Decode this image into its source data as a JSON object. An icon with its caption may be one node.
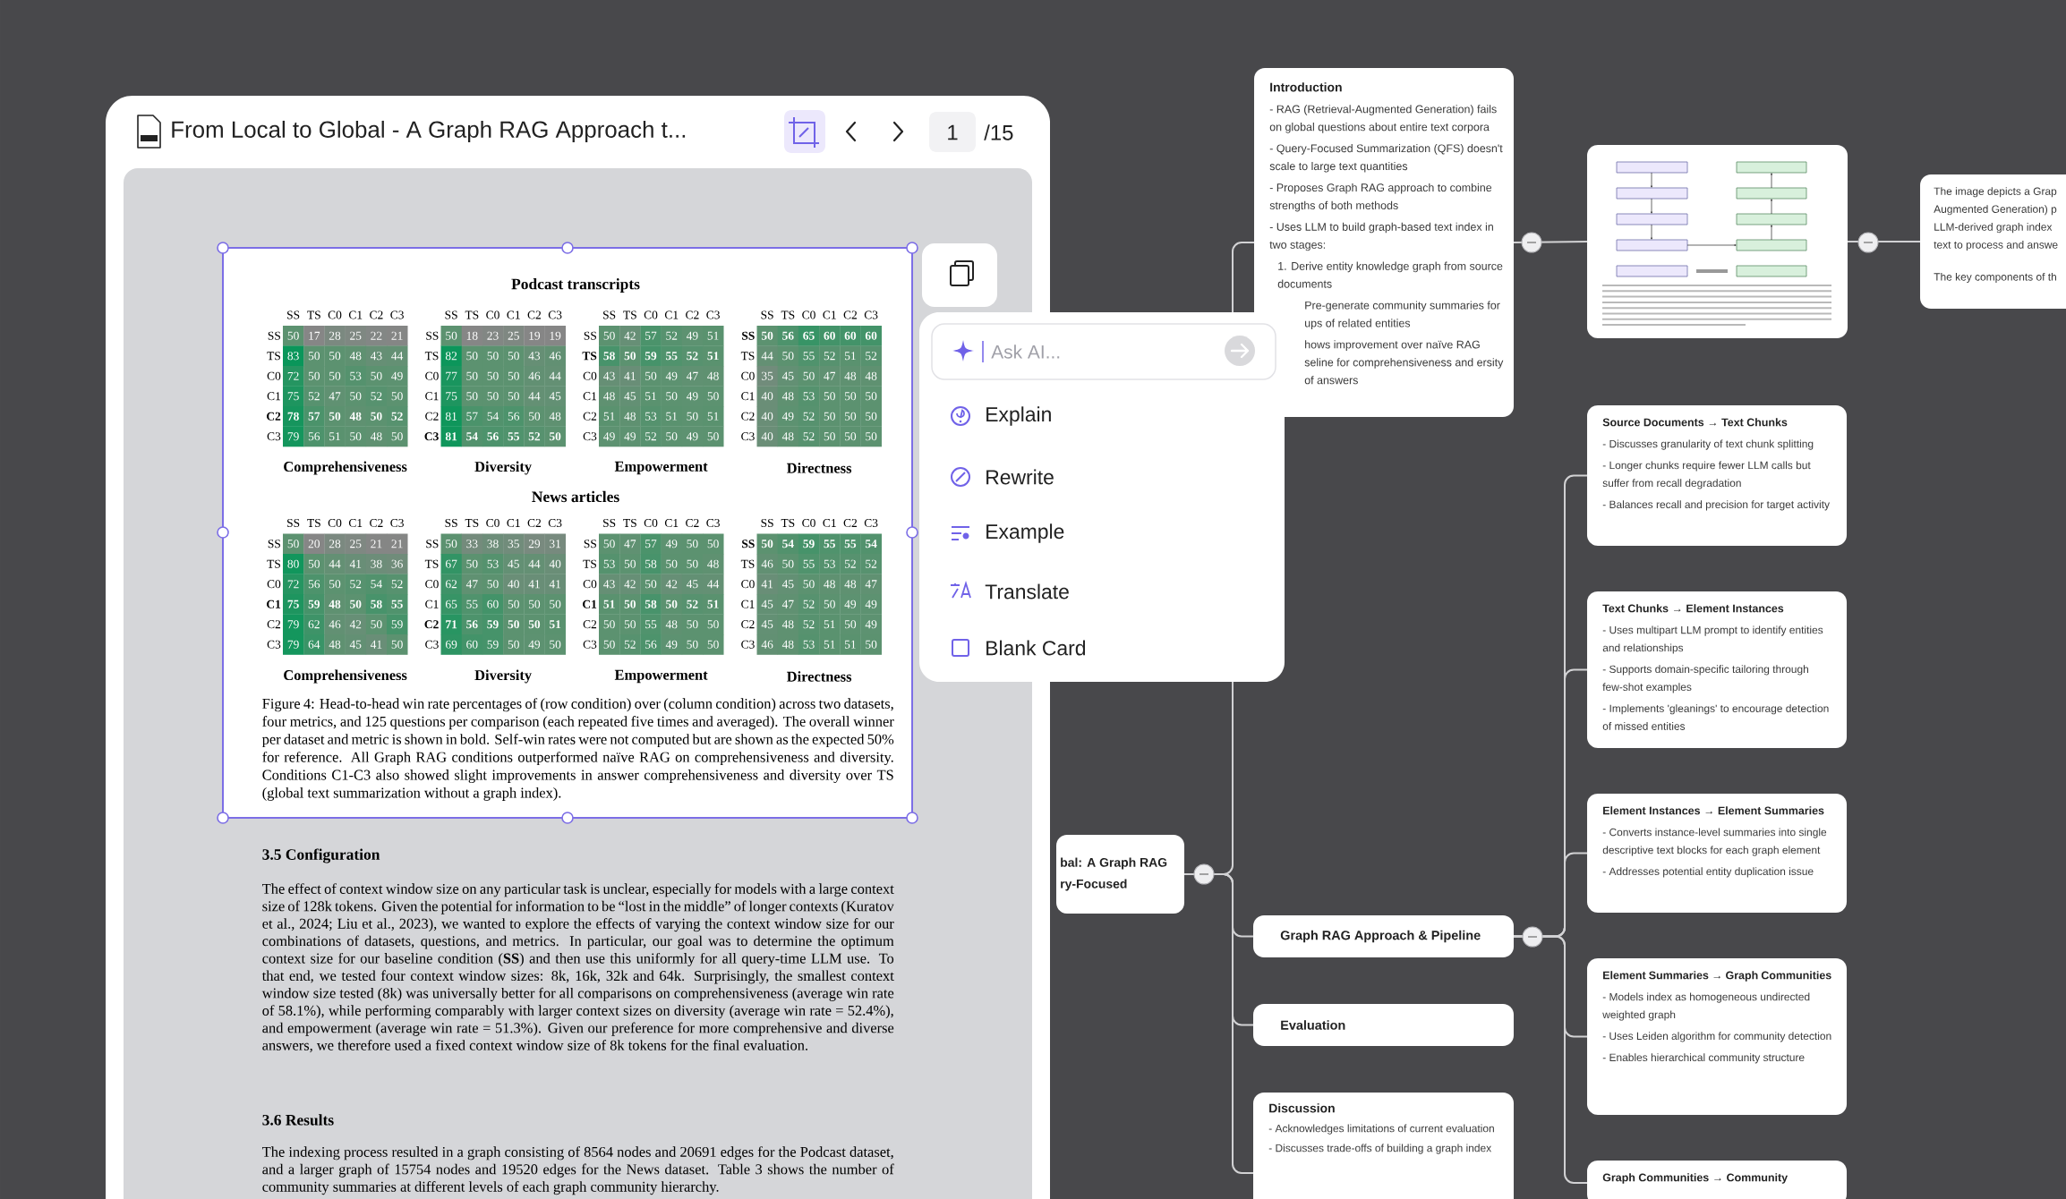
{
  "diagram": {
    "nodes": [
      {
        "text": [
          "bal: A Graph RAG ry-Focused"
        ]
      },
      {
        "text": [
          "Introduction",
          "- RAG (Retrieval-Augmented Generation) fails on global questions about entire text corpora",
          "- Query-Focused Summarization (QFS) doesn't scale to large text quantities",
          "- Proposes Graph RAG approach to combine strengths of both methods",
          "- Uses LLM to build graph-based text index in two stages:",
          "1. Derive entity knowledge graph from source documents",
          "Pre-generate community summaries for ups of related entities",
          "hows improvement over naïve RAG seline for comprehensiveness and ersity of answers"
        ]
      },
      {
        "text": [
          "Graph RAG Approach & Pipeline"
        ]
      },
      {
        "text": [
          "Evaluation"
        ]
      },
      {
        "text": [
          "Discussion",
          "- Acknowledges limitations of current evaluation",
          "- Discusses trade-offs of building a graph index"
        ]
      },
      {
        "text": [],
        "shape": "picture"
      },
      {
        "text": [
          "The image depicts a Grap Augmented Generation) p LLM-derived graph index text to process and answe",
          "The key components of th"
        ]
      },
      {
        "text": [
          "Source Documents → Text Chunks",
          "- Discusses granularity of text chunk splitting",
          "- Longer chunks require fewer LLM calls but suffer from recall degradation",
          "- Balances recall and precision for target activity"
        ]
      },
      {
        "text": [
          "Text Chunks → Element Instances",
          "- Uses multipart LLM prompt to identify entities and relationships",
          "- Supports domain-specific tailoring through few-shot examples",
          "- Implements 'gleanings' to encourage detection of missed entities"
        ]
      },
      {
        "text": [
          "Element Instances → Element Summaries",
          "- Converts instance-level summaries into single descriptive text blocks for each graph element",
          "- Addresses potential entity duplication issue"
        ]
      },
      {
        "text": [
          "Element Summaries → Graph Communities",
          "- Models index as homogeneous undirected weighted graph",
          "- Uses Leiden algorithm for community detection",
          "- Enables hierarchical community structure"
        ]
      },
      {
        "text": [
          "Graph Communities → Community"
        ]
      }
    ],
    "edges": [
      {
        "from": 0,
        "to": 1,
        "arrow": "none"
      },
      {
        "from": 0,
        "to": 2,
        "arrow": "none"
      },
      {
        "from": 0,
        "to": 3,
        "arrow": "none"
      },
      {
        "from": 0,
        "to": 4,
        "arrow": "none"
      },
      {
        "from": 1,
        "to": 5,
        "arrow": "none"
      },
      {
        "from": 5,
        "to": 6,
        "arrow": "none"
      },
      {
        "from": 2,
        "to": 7,
        "arrow": "none"
      },
      {
        "from": 2,
        "to": 8,
        "arrow": "none"
      },
      {
        "from": 2,
        "to": 9,
        "arrow": "none"
      },
      {
        "from": 2,
        "to": 10,
        "arrow": "none"
      },
      {
        "from": 2,
        "to": 11,
        "arrow": "none"
      }
    ],
    "labels": [
      "From Local to Global - A Graph RAG Approach t...",
      "1",
      "/15",
      "Podcast transcripts",
      "SS",
      "TS",
      "C0",
      "C1",
      "C2",
      "C3",
      "SS",
      "50",
      "17",
      "28",
      "25",
      "22",
      "21",
      "TS",
      "83",
      "50",
      "50",
      "48",
      "43",
      "44",
      "C0",
      "72",
      "50",
      "50",
      "53",
      "50",
      "49",
      "C1",
      "75",
      "52",
      "47",
      "50",
      "52",
      "50",
      "C2",
      "78",
      "57",
      "50",
      "48",
      "50",
      "52",
      "C3",
      "79",
      "56",
      "51",
      "50",
      "48",
      "50",
      "Comprehensiveness",
      "SS",
      "TS",
      "C0",
      "C1",
      "C2",
      "C3",
      "SS",
      "50",
      "18",
      "23",
      "25",
      "19",
      "19",
      "TS",
      "82",
      "50",
      "50",
      "50",
      "43",
      "46",
      "C0",
      "77",
      "50",
      "50",
      "50",
      "46",
      "44",
      "C1",
      "75",
      "50",
      "50",
      "50",
      "44",
      "45",
      "C2",
      "81",
      "57",
      "54",
      "56",
      "50",
      "48",
      "C3",
      "81",
      "54",
      "56",
      "55",
      "52",
      "50",
      "Diversity",
      "SS",
      "TS",
      "C0",
      "C1",
      "C2",
      "C3",
      "SS",
      "50",
      "42",
      "57",
      "52",
      "49",
      "51",
      "TS",
      "58",
      "50",
      "59",
      "55",
      "52",
      "51",
      "C0",
      "43",
      "41",
      "50",
      "49",
      "47",
      "48",
      "C1",
      "48",
      "45",
      "51",
      "50",
      "49",
      "50",
      "C2",
      "51",
      "48",
      "53",
      "51",
      "50",
      "51",
      "C3",
      "49",
      "49",
      "52",
      "50",
      "49",
      "50",
      "Empowerment",
      "SS",
      "TS",
      "C0",
      "C1",
      "C2",
      "C3",
      "SS",
      "50",
      "56",
      "65",
      "60",
      "60",
      "60",
      "TS",
      "44",
      "50",
      "55",
      "52",
      "51",
      "52",
      "C0",
      "35",
      "45",
      "50",
      "47",
      "48",
      "48",
      "C1",
      "40",
      "48",
      "53",
      "50",
      "50",
      "50",
      "C2",
      "40",
      "49",
      "52",
      "50",
      "50",
      "50",
      "C3",
      "40",
      "48",
      "52",
      "50",
      "50",
      "50",
      "Directness",
      "News articles",
      "SS",
      "TS",
      "C0",
      "C1",
      "C2",
      "C3",
      "SS",
      "50",
      "20",
      "28",
      "25",
      "21",
      "21",
      "TS",
      "80",
      "50",
      "44",
      "41",
      "38",
      "36",
      "C0",
      "72",
      "56",
      "50",
      "52",
      "54",
      "52",
      "C1",
      "75",
      "59",
      "48",
      "50",
      "58",
      "55",
      "C2",
      "79",
      "62",
      "46",
      "42",
      "50",
      "59",
      "C3",
      "79",
      "64",
      "48",
      "45",
      "41",
      "50",
      "Comprehensiveness",
      "SS",
      "TS",
      "C0",
      "C1",
      "C2",
      "C3",
      "SS",
      "50",
      "33",
      "38",
      "35",
      "29",
      "31",
      "TS",
      "67",
      "50",
      "53",
      "45",
      "44",
      "40",
      "C0",
      "62",
      "47",
      "50",
      "40",
      "41",
      "41",
      "C1",
      "65",
      "55",
      "60",
      "50",
      "50",
      "50",
      "C2",
      "71",
      "56",
      "59",
      "50",
      "50",
      "51",
      "C3",
      "69",
      "60",
      "59",
      "50",
      "49",
      "50",
      "Diversity",
      "SS",
      "TS",
      "C0",
      "C1",
      "C2",
      "C3",
      "SS",
      "50",
      "47",
      "57",
      "49",
      "50",
      "50",
      "TS",
      "53",
      "50",
      "58",
      "50",
      "50",
      "48",
      "C0",
      "43",
      "42",
      "50",
      "42",
      "45",
      "44",
      "C1",
      "51",
      "50",
      "58",
      "50",
      "52",
      "51",
      "C2",
      "50",
      "50",
      "55",
      "48",
      "50",
      "50",
      "C3",
      "50",
      "52",
      "56",
      "49",
      "50",
      "50",
      "Empowerment",
      "SS",
      "TS",
      "C0",
      "C1",
      "C2",
      "C3",
      "SS",
      "50",
      "54",
      "59",
      "55",
      "55",
      "54",
      "TS",
      "46",
      "50",
      "55",
      "53",
      "52",
      "52",
      "C0",
      "41",
      "45",
      "50",
      "48",
      "48",
      "47",
      "C1",
      "45",
      "47",
      "52",
      "50",
      "49",
      "49",
      "C2",
      "45",
      "48",
      "52",
      "51",
      "50",
      "49",
      "C3",
      "46",
      "48",
      "53",
      "51",
      "51",
      "50",
      "Directness",
      "Figure 4: Head-to-head win rate percentages of (row condition) over (column condition) across two datasets, four metrics, and 125 questions per comparison (each repeated five times and averaged). The overall winner per dataset and metric is shown in bold. Self-win rates were not computed but are shown as the expected 50% for reference. All Graph RAG conditions outperformed naïve RAG on comprehensiveness and diversity. Conditions C1-C3 also showed slight improvements in answer comprehensiveness and diversity over TS (global text summarization without a graph index).",
      "3.5 Configuration",
      "The effect of context window size on any particular task is unclear, especially for models with a large context size of 128k tokens. Given the potential for information to be “lost in the middle” of longer contexts (Kuratov et al., 2024; Liu et al., 2023), we wanted to explore the effects of varying the context window size for our combinations of datasets, questions, and metrics. In particular, our goal was to determine the optimum context size for our baseline condition (**SS**) and then use this uniformly for all query-time LLM use. To that end, we tested four context window sizes: 8k, 16k, 32k and 64k. Surprisingly, the smallest context window size tested (8k) was universally better for all comparisons on comprehensiveness (average win rate of 58.1%), while performing comparably with larger context sizes on diversity (average win rate = 52.4%), and empowerment (average win rate = 51.3%). Given our preference for more comprehensive and diverse answers, we therefore used a fixed context window size of 8k tokens for the final evaluation.",
      "3.6 Results",
      "The indexing process resulted in a graph consisting of 8564 nodes and 20691 edges for the Podcast dataset, and a larger graph of 15754 nodes and 19520 edges for the News dataset. Table 3 shows the number of community summaries at different levels of each graph community hierarchy.",
      "Ask AI...",
      "Explain",
      "Rewrite",
      "Example",
      "Translate",
      "Blank Card"
    ]
  }
}
